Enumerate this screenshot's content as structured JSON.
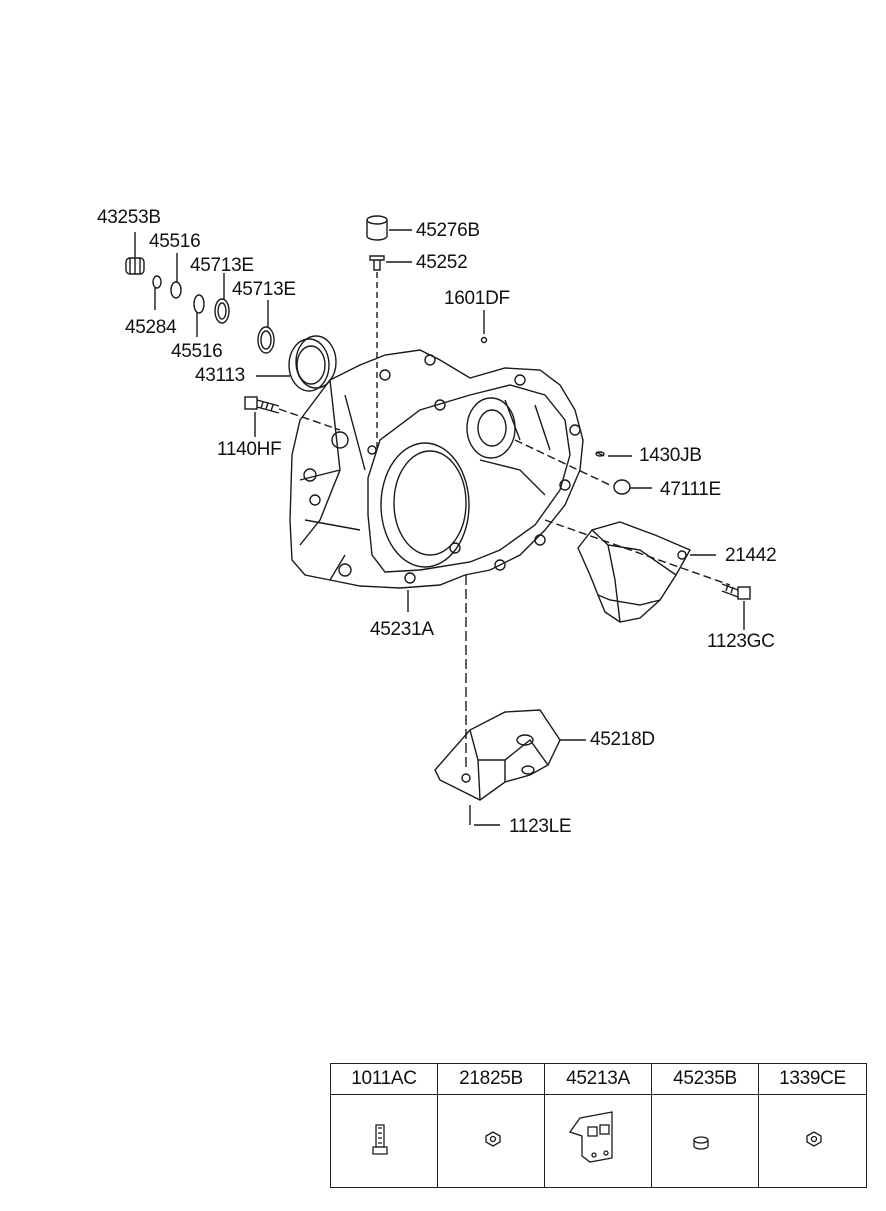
{
  "callouts": {
    "p43253B": "43253B",
    "p45516a": "45516",
    "p45713Ea": "45713E",
    "p45713Eb": "45713E",
    "p45284": "45284",
    "p45516b": "45516",
    "p43113": "43113",
    "p1140HF": "1140HF",
    "p45276B": "45276B",
    "p45252": "45252",
    "p1601DF": "1601DF",
    "p1430JB": "1430JB",
    "p47111E": "47111E",
    "p21442": "21442",
    "p1123GC": "1123GC",
    "p45231A": "45231A",
    "p45218D": "45218D",
    "p1123LE": "1123LE"
  },
  "legend": {
    "headers": [
      "1011AC",
      "21825B",
      "45213A",
      "45235B",
      "1339CE"
    ],
    "icons": [
      "bolt-icon",
      "nut-icon",
      "bracket-icon",
      "plug-icon",
      "nut-icon"
    ]
  }
}
